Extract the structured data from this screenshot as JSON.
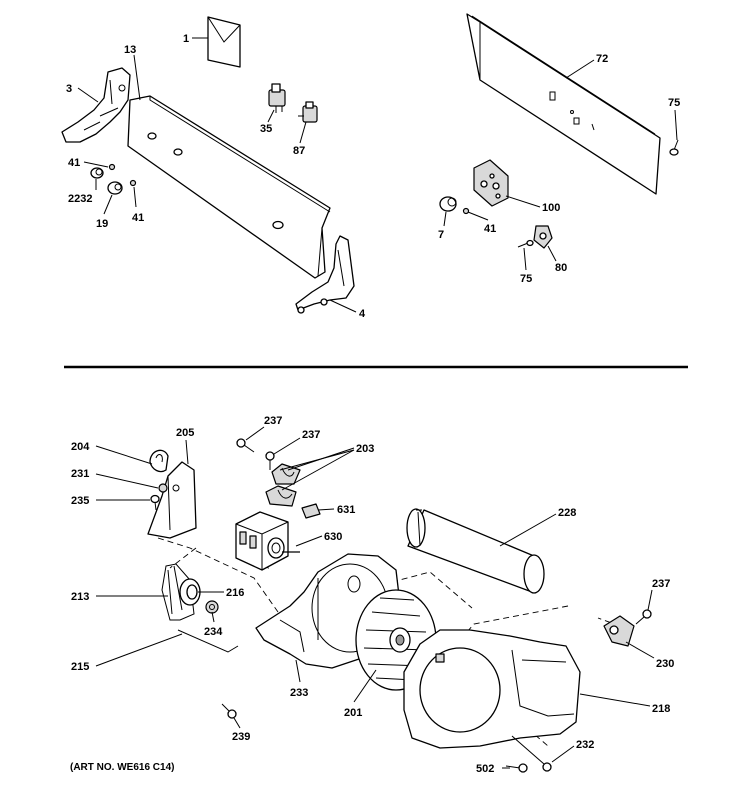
{
  "top_section": {
    "callouts": {
      "c1": "1",
      "c13": "13",
      "c3": "3",
      "c35": "35",
      "c87": "87",
      "c41a": "41",
      "c2232": "2232",
      "c19": "19",
      "c41b": "41",
      "c4": "4",
      "c72": "72",
      "c75a": "75",
      "c100": "100",
      "c41c": "41",
      "c7": "7",
      "c80": "80",
      "c75b": "75"
    }
  },
  "bottom_section": {
    "callouts": {
      "c237a": "237",
      "c237b": "237",
      "c203": "203",
      "c204": "204",
      "c205": "205",
      "c231": "231",
      "c235": "235",
      "c631": "631",
      "c630": "630",
      "c228": "228",
      "c213": "213",
      "c216": "216",
      "c234": "234",
      "c215": "215",
      "c233": "233",
      "c201": "201",
      "c237c": "237",
      "c230": "230",
      "c218": "218",
      "c239": "239",
      "c232": "232",
      "c502": "502"
    }
  },
  "footer": {
    "art_no": "(ART NO. WE616 C14)"
  }
}
